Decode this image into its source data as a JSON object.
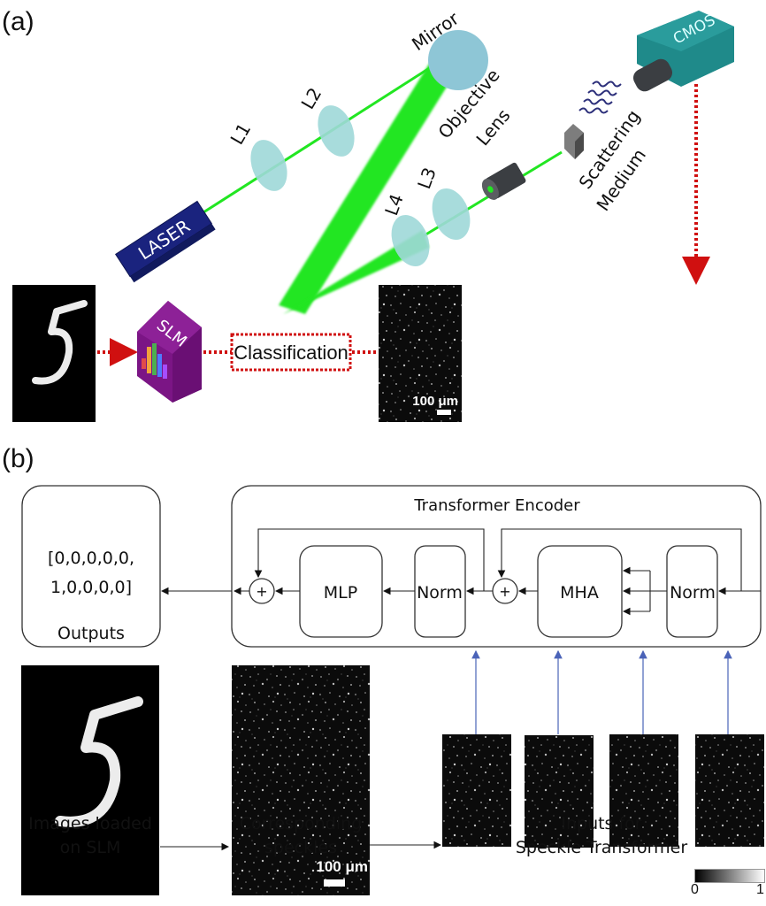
{
  "panel_a": {
    "label": "(a)",
    "components": {
      "laser": "LASER",
      "lens1": "L1",
      "lens2": "L2",
      "lens3": "L3",
      "lens4": "L4",
      "mirror": "Mirror",
      "objective_line1": "Objective",
      "objective_line2": "Lens",
      "scattering_line1": "Scattering",
      "scattering_line2": "Medium",
      "camera": "CMOS",
      "slm": "SLM"
    },
    "classification_label": "Classification",
    "scale_bar": "100 μm",
    "digit_image": "handwritten digit 5",
    "colors": {
      "laser_body": "#1a237e",
      "beam": "#22e622",
      "lens": "#9fd8d8",
      "mirror": "#8ec6d6",
      "camera": "#1f8a8a",
      "slm": "#7b1585",
      "dotted_arrow": "#d01010"
    }
  },
  "panel_b": {
    "label": "(b)",
    "outputs_box": {
      "line1": "[0,0,0,0,0,",
      "line2": "1,0,0,0,0]",
      "caption": "Outputs"
    },
    "encoder": {
      "title": "Transformer Encoder",
      "blocks": [
        "MLP",
        "Norm",
        "MHA",
        "Norm"
      ],
      "add_symbol": "+"
    },
    "captions": {
      "images": [
        "Images loaded",
        "on SLM"
      ],
      "speckles": [
        "Corresponding",
        "speckles"
      ],
      "inputs": [
        "Inputs for",
        "Speckle Transformer"
      ]
    },
    "scale_bar": "100 μm",
    "colorbar": {
      "min": "0",
      "max": "1"
    },
    "input_arrow_color": "#4a63b8"
  }
}
